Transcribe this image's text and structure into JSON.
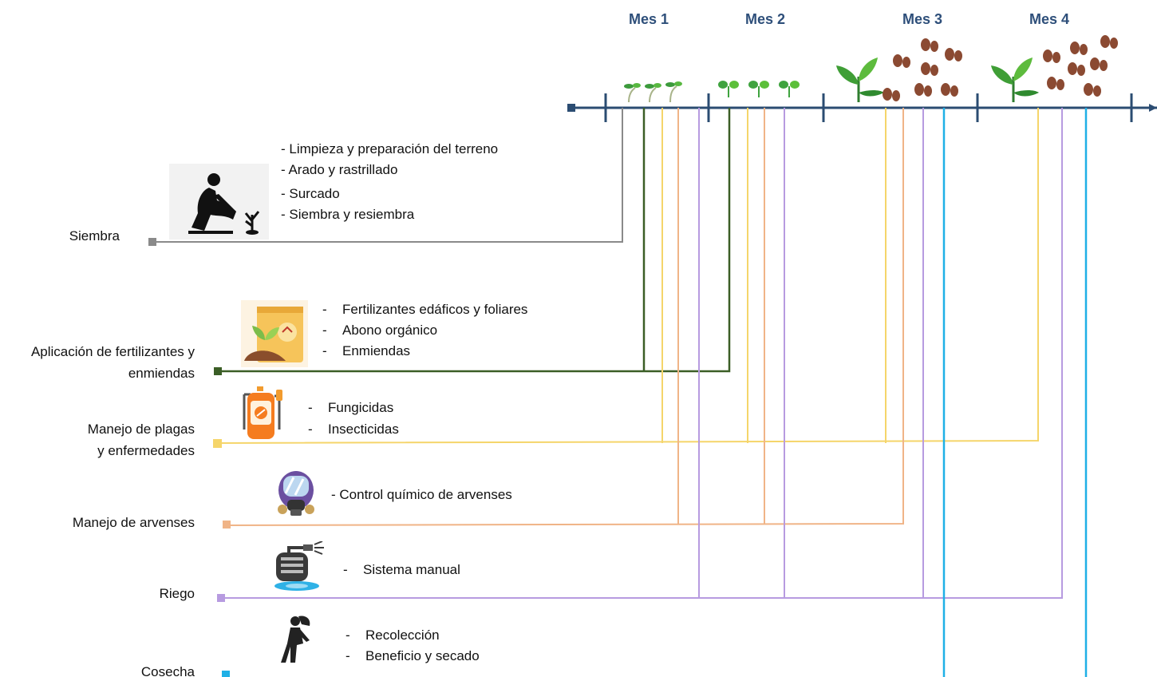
{
  "months": [
    "Mes 1",
    "Mes 2",
    "Mes 3",
    "Mes 4"
  ],
  "categories": {
    "siembra": "Siembra",
    "fertilizantes_l1": "Aplicación de fertilizantes y",
    "fertilizantes_l2": "enmiendas",
    "plagas_l1": "Manejo de plagas",
    "plagas_l2": "y enfermedades",
    "arvenses": "Manejo de arvenses",
    "riego": "Riego",
    "cosecha": "Cosecha"
  },
  "activities": {
    "siembra": [
      "- Limpieza y preparación del terreno",
      "- Arado y rastrillado",
      "- Surcado",
      "- Siembra y resiembra"
    ],
    "fertilizantes": [
      "Fertilizantes edáficos y foliares",
      "Abono orgánico",
      "Enmiendas"
    ],
    "plagas": [
      "Fungicidas",
      "Insecticidas"
    ],
    "arvenses": [
      "- Control químico de arvenses"
    ],
    "riego": [
      "Sistema manual"
    ],
    "cosecha": [
      "Recolección",
      "Beneficio y secado"
    ]
  },
  "bullet": "-",
  "colors": {
    "timeline": "#2b4c72",
    "month_text": "#2e4f7a",
    "siembra": "#8a8a8a",
    "fertilizantes": "#3b5e26",
    "plagas": "#f5d56a",
    "arvenses": "#f0b487",
    "riego": "#b79be0",
    "cosecha": "#1fb0e6"
  },
  "icons": {
    "siembra": "planting-person-icon",
    "fertilizantes": "fertilizer-bag-icon",
    "plagas": "sprayer-icon",
    "arvenses": "gas-mask-icon",
    "riego": "hose-icon",
    "cosecha": "harvester-person-icon",
    "stage_seedling": "seedling-icon",
    "stage_sprout": "sprout-icon",
    "stage_plant": "plant-icon",
    "stage_beans": "beans-icon"
  }
}
